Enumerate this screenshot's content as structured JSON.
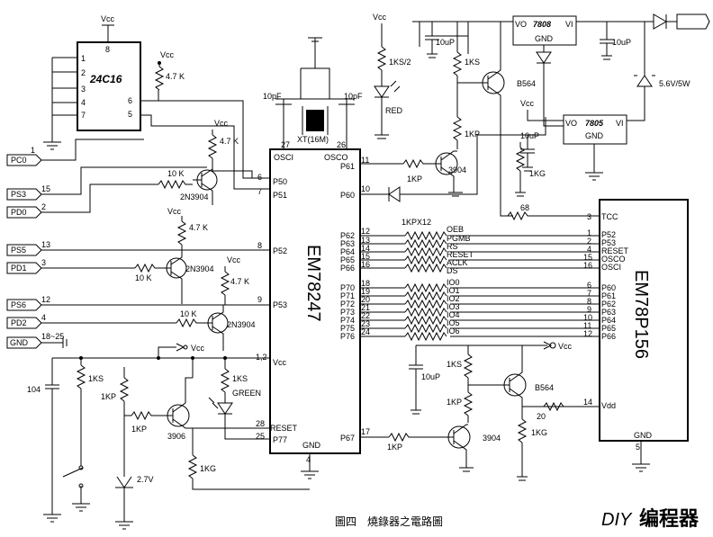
{
  "caption": "圖四　燒錄器之電路圖",
  "watermark": {
    "diy": "DIY",
    "text": "编程器"
  },
  "chips": {
    "eeprom": {
      "name": "24C16",
      "pins": [
        "8",
        "1",
        "2",
        "3",
        "4",
        "7",
        "6",
        "5"
      ]
    },
    "mcu": {
      "name": "EM78247",
      "pins": [
        "6",
        "7",
        "8",
        "9",
        "1,2",
        "28",
        "25",
        "4",
        "27",
        "26",
        "11",
        "10",
        "12",
        "13",
        "14",
        "15",
        "16",
        "18",
        "19",
        "20",
        "21",
        "22",
        "23",
        "24",
        "17"
      ],
      "signals": [
        "P50",
        "P51",
        "P52",
        "P53",
        "Vcc",
        "RESET",
        "P77",
        "GND",
        "OSCI",
        "OSCO",
        "P61",
        "P60",
        "P62",
        "P63",
        "P64",
        "P65",
        "P66",
        "P70",
        "P71",
        "P72",
        "P73",
        "P74",
        "P75",
        "P76",
        "P67"
      ]
    },
    "target": {
      "name": "EM78P156",
      "pins": [
        "3",
        "1",
        "2",
        "4",
        "15",
        "16",
        "6",
        "7",
        "8",
        "9",
        "10",
        "11",
        "12",
        "14",
        "5"
      ],
      "signals": [
        "TCC",
        "P52",
        "P53",
        "RESET",
        "OSCO",
        "OSCI",
        "P60",
        "P61",
        "P62",
        "P63",
        "P64",
        "P65",
        "P66",
        "Vdd",
        "GND"
      ]
    },
    "reg7808": {
      "name": "7808",
      "vo": "VO",
      "vi": "VI",
      "gnd": "GND"
    },
    "reg7805": {
      "name": "7805",
      "vo": "VO",
      "vi": "VI",
      "gnd": "GND"
    }
  },
  "ports": [
    {
      "label": "PC0",
      "pin": "1"
    },
    {
      "label": "PS3",
      "pin": "15"
    },
    {
      "label": "PD0",
      "pin": "2"
    },
    {
      "label": "PS5",
      "pin": "13"
    },
    {
      "label": "PD1",
      "pin": "3"
    },
    {
      "label": "PS6",
      "pin": "12"
    },
    {
      "label": "PD2",
      "pin": "4"
    },
    {
      "label": "GND",
      "pin": "18~25"
    }
  ],
  "nets": [
    "OEB",
    "PGMB",
    "RS",
    "RESET",
    "ACLK",
    "DS",
    "IO0",
    "IO1",
    "IO2",
    "IO3",
    "IO4",
    "IO5",
    "IO6"
  ],
  "labels": {
    "vcc": "Vcc",
    "r47k": "4.7 K",
    "r10k": "10 K",
    "t2n3904": "2N3904",
    "r1ks2": "1KS/2",
    "red": "RED",
    "c10pf": "10pF",
    "xtal": "XT(16M)",
    "c10uf": "10uP",
    "r1ks": "1KS",
    "r1kp": "1KP",
    "r1kg": "1KG",
    "b564": "B564",
    "t3904": "3904",
    "t3906": "3906",
    "zener56": "5.6V/5W",
    "r68": "68",
    "r1kpx12": "1KPX12",
    "c104": "104",
    "green": "GREEN",
    "zener27": "2.7V",
    "r20": "20"
  }
}
